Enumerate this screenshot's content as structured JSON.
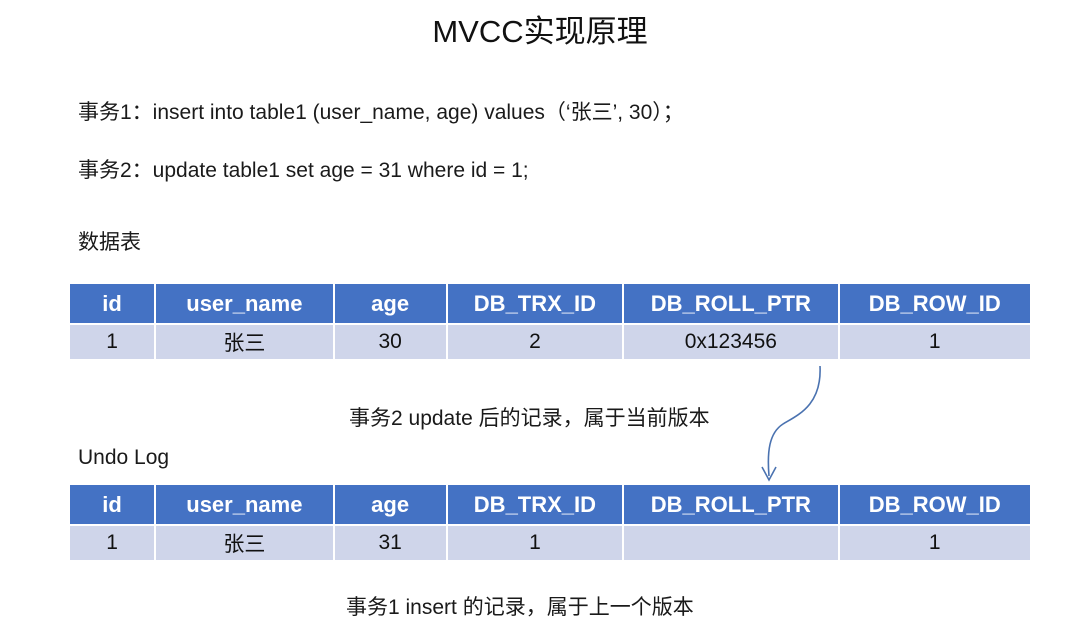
{
  "title": "MVCC实现原理",
  "transactions": [
    "事务1：insert into table1 (user_name, age) values（‘张三’, 30）；",
    "事务2：update table1 set  age = 31 where id = 1;"
  ],
  "data_table": {
    "label": "数据表",
    "headers": [
      "id",
      "user_name",
      "age",
      "DB_TRX_ID",
      "DB_ROLL_PTR",
      "DB_ROW_ID"
    ],
    "row": [
      "1",
      "张三",
      "30",
      "2",
      "0x123456",
      "1"
    ]
  },
  "current_version_caption": "事务2 update 后的记录，属于当前版本",
  "undo_table": {
    "label": "Undo Log",
    "headers": [
      "id",
      "user_name",
      "age",
      "DB_TRX_ID",
      "DB_ROLL_PTR",
      "DB_ROW_ID"
    ],
    "row": [
      "1",
      "张三",
      "31",
      "1",
      "",
      "1"
    ]
  },
  "previous_version_caption": "事务1 insert 的记录，属于上一个版本",
  "colors": {
    "header_bg": "#4472c4",
    "row_bg": "#cfd5ea",
    "arrow": "#4a72b0"
  }
}
